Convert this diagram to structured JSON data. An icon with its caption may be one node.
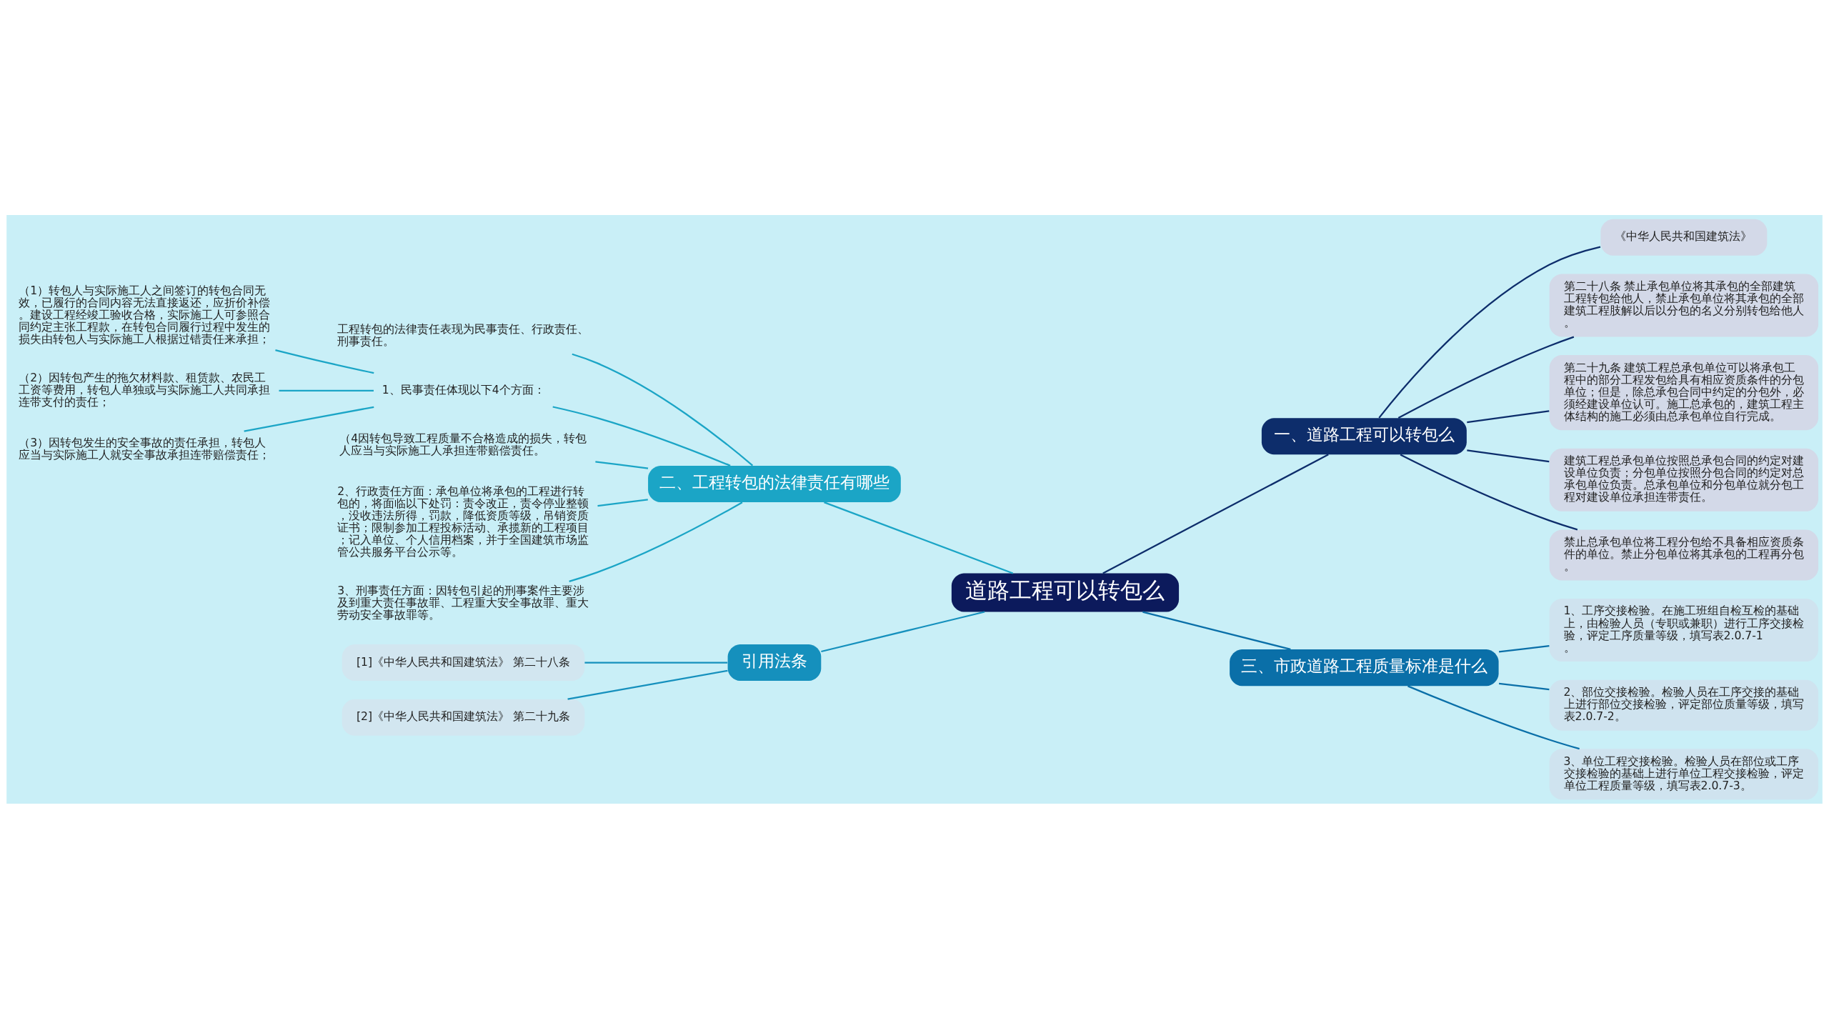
{
  "diagram": {
    "nodes": [
      {
        "text": [
          "道路工程可以转包么"
        ]
      },
      {
        "text": [
          "二、工程转包的法律责任有哪些"
        ]
      },
      {
        "text": [
          "工程转包的法律责任表现为民事责任、行政责任、刑事责任。"
        ]
      },
      {
        "text": [
          "1、民事责任体现以下4个方面："
        ]
      },
      {
        "text": [
          "（1）转包人与实际施工人之间签订的转包合同无效，已履行的合同内容无法直接返还，应折价补偿。建设工程经竣工验收合格，实际施工人可参照合同约定主张工程款，在转包合同履行过程中发生的损失由转包人与实际施工人根据过错责任来承担；"
        ]
      },
      {
        "text": [
          "（2）因转包产生的拖欠材料款、租赁款、农民工工资等费用，转包人单独或与实际施工人共同承担连带支付的责任；"
        ]
      },
      {
        "text": [
          "（3）因转包发生的安全事故的责任承担，转包人应当与实际施工人就安全事故承担连带赔偿责任；"
        ]
      },
      {
        "text": [
          "（4因转包导致工程质量不合格造成的损失，转包人应当与实际施工人承担连带赔偿责任。"
        ]
      },
      {
        "text": [
          "2、行政责任方面：承包单位将承包的工程进行转包的，将面临以下处罚：责令改正，责令停业整顿，没收违法所得，罚款，降低资质等级，吊销资质证书；限制参加工程投标活动、承揽新的工程项目；记入单位、个人信用档案，并于全国建筑市场监管公共服务平台公示等。"
        ]
      },
      {
        "text": [
          "3、刑事责任方面：因转包引起的刑事案件主要涉及到重大责任事故罪、工程重大安全事故罪、重大劳动安全事故罪等。"
        ]
      },
      {
        "text": [
          "引用法条"
        ]
      },
      {
        "text": [
          "[1]《中华人民共和国建筑法》 第二十八条"
        ]
      },
      {
        "text": [
          "[2]《中华人民共和国建筑法》 第二十九条"
        ]
      },
      {
        "text": [
          "一、道路工程可以转包么"
        ]
      },
      {
        "text": [
          "《中华人民共和国建筑法》"
        ]
      },
      {
        "text": [
          "第二十八条 禁止承包单位将其承包的全部建筑工程转包给他人，禁止承包单位将其承包的全部建筑工程肢解以后以分包的名义分别转包给他人。"
        ]
      },
      {
        "text": [
          "第二十九条 建筑工程总承包单位可以将承包工程中的部分工程发包给具有相应资质条件的分包单位；但是，除总承包合同中约定的分包外，必须经建设单位认可。施工总承包的，建筑工程主体结构的施工必须由总承包单位自行完成。"
        ]
      },
      {
        "text": [
          "建筑工程总承包单位按照总承包合同的约定对建设单位负责；分包单位按照分包合同的约定对总承包单位负责。总承包单位和分包单位就分包工程对建设单位承担连带责任。"
        ]
      },
      {
        "text": [
          "禁止总承包单位将工程分包给不具备相应资质条件的单位。禁止分包单位将其承包的工程再分包。"
        ]
      },
      {
        "text": [
          "三、市政道路工程质量标准是什么"
        ]
      },
      {
        "text": [
          "1、工序交接检验。在施工班组自检互检的基础上，由检验人员（专职或兼职）进行工序交接检验，评定工序质量等级，填写表2.0.7-1。"
        ]
      },
      {
        "text": [
          "2、部位交接检验。检验人员在工序交接的基础上进行部位交接检验，评定部位质量等级，填写表2.0.7-2。"
        ]
      },
      {
        "text": [
          "3、单位工程交接检验。检验人员在部位或工序交接检验的基础上进行单位工程交接检验，评定单位工程质量等级，填写表2.0.7-3。"
        ]
      }
    ],
    "edges": [
      {
        "from": 0,
        "to": 13,
        "arrow": "none",
        "color": "#0d2d6b"
      },
      {
        "from": 13,
        "to": 14,
        "arrow": "none",
        "color": "#0d2d6b"
      },
      {
        "from": 13,
        "to": 15,
        "arrow": "none",
        "color": "#0d2d6b"
      },
      {
        "from": 13,
        "to": 16,
        "arrow": "none",
        "color": "#0d2d6b"
      },
      {
        "from": 13,
        "to": 17,
        "arrow": "none",
        "color": "#0d2d6b"
      },
      {
        "from": 13,
        "to": 18,
        "arrow": "none",
        "color": "#0d2d6b"
      },
      {
        "from": 0,
        "to": 1,
        "arrow": "none",
        "color": "#1ba5c6"
      },
      {
        "from": 1,
        "to": 2,
        "arrow": "none",
        "color": "#1ba5c6"
      },
      {
        "from": 1,
        "to": 3,
        "arrow": "none",
        "color": "#1ba5c6"
      },
      {
        "from": 3,
        "to": 4,
        "arrow": "none",
        "color": "#1ba5c6"
      },
      {
        "from": 3,
        "to": 5,
        "arrow": "none",
        "color": "#1ba5c6"
      },
      {
        "from": 3,
        "to": 6,
        "arrow": "none",
        "color": "#1ba5c6"
      },
      {
        "from": 1,
        "to": 7,
        "arrow": "none",
        "color": "#1ba5c6"
      },
      {
        "from": 1,
        "to": 8,
        "arrow": "none",
        "color": "#1ba5c6"
      },
      {
        "from": 1,
        "to": 9,
        "arrow": "none",
        "color": "#1ba5c6"
      },
      {
        "from": 0,
        "to": 19,
        "arrow": "none",
        "color": "#0a6fa8"
      },
      {
        "from": 19,
        "to": 20,
        "arrow": "none",
        "color": "#0a6fa8"
      },
      {
        "from": 19,
        "to": 21,
        "arrow": "none",
        "color": "#0a6fa8"
      },
      {
        "from": 19,
        "to": 22,
        "arrow": "none",
        "color": "#0a6fa8"
      },
      {
        "from": 0,
        "to": 10,
        "arrow": "none",
        "color": "#1590bd"
      },
      {
        "from": 10,
        "to": 11,
        "arrow": "none",
        "color": "#1590bd"
      },
      {
        "from": 10,
        "to": 12,
        "arrow": "none",
        "color": "#1590bd"
      }
    ]
  }
}
